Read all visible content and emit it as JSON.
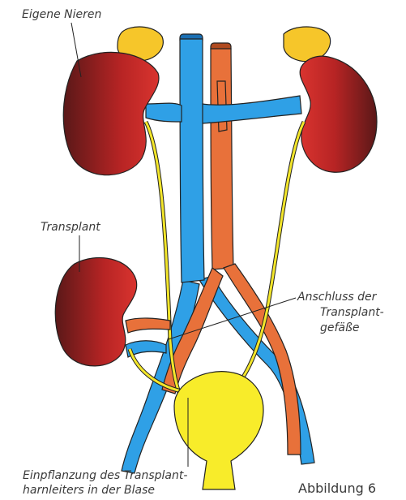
{
  "labels": {
    "eigene_nieren": "Eigene Nieren",
    "transplant": "Transplant",
    "anschluss_line1": "Anschluss der",
    "anschluss_line2": "Transplant-",
    "anschluss_line3": "gefäße",
    "einpflanzung_line1": "Einpflanzung des Transplant-",
    "einpflanzung_line2": "harnleiters in der Blase"
  },
  "caption": "Abbildung 6",
  "colors": {
    "vein": "#2fa0e6",
    "vein_dark": "#1a6fb3",
    "artery": "#e8713a",
    "artery_dark": "#b04a1f",
    "kidney_light": "#d9342f",
    "kidney_dark": "#5a1818",
    "ureter": "#f3e62a",
    "adrenal": "#f6c62a",
    "bladder": "#f8ec2a",
    "outline": "#222222"
  }
}
